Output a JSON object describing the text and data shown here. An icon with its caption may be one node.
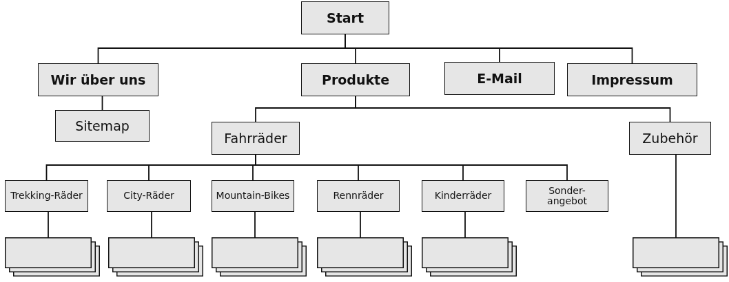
{
  "diagram": {
    "nodes": [
      {
        "text": [
          "Start"
        ]
      },
      {
        "text": [
          "Wir über uns"
        ]
      },
      {
        "text": [
          "Produkte"
        ]
      },
      {
        "text": [
          "E-Mail"
        ]
      },
      {
        "text": [
          "Impressum"
        ]
      },
      {
        "text": [
          "Sitemap"
        ]
      },
      {
        "text": [
          "Fahrräder"
        ]
      },
      {
        "text": [
          "Zubehör"
        ]
      },
      {
        "text": [
          "Trekking-Räder"
        ]
      },
      {
        "text": [
          "City-Räder"
        ]
      },
      {
        "text": [
          "Mountain-Bikes"
        ]
      },
      {
        "text": [
          "Rennräder"
        ]
      },
      {
        "text": [
          "Kinderräder"
        ]
      },
      {
        "text": [
          "Sonder-angebot"
        ]
      },
      {
        "text": [],
        "shape": "box"
      },
      {
        "text": [],
        "shape": "box"
      },
      {
        "text": [],
        "shape": "box"
      },
      {
        "text": [],
        "shape": "box"
      },
      {
        "text": [],
        "shape": "box"
      },
      {
        "text": [],
        "shape": "box"
      }
    ],
    "edges": [
      {
        "from": 0,
        "to": 1,
        "arrow": "none"
      },
      {
        "from": 0,
        "to": 2,
        "arrow": "none"
      },
      {
        "from": 0,
        "to": 3,
        "arrow": "none"
      },
      {
        "from": 0,
        "to": 4,
        "arrow": "none"
      },
      {
        "from": 1,
        "to": 5,
        "arrow": "none"
      },
      {
        "from": 2,
        "to": 6,
        "arrow": "none"
      },
      {
        "from": 2,
        "to": 7,
        "arrow": "none"
      },
      {
        "from": 6,
        "to": 8,
        "arrow": "none"
      },
      {
        "from": 6,
        "to": 9,
        "arrow": "none"
      },
      {
        "from": 6,
        "to": 10,
        "arrow": "none"
      },
      {
        "from": 6,
        "to": 11,
        "arrow": "none"
      },
      {
        "from": 6,
        "to": 12,
        "arrow": "none"
      },
      {
        "from": 6,
        "to": 13,
        "arrow": "none"
      },
      {
        "from": 8,
        "to": 14,
        "arrow": "none"
      },
      {
        "from": 9,
        "to": 15,
        "arrow": "none"
      },
      {
        "from": 10,
        "to": 16,
        "arrow": "none"
      },
      {
        "from": 11,
        "to": 17,
        "arrow": "none"
      },
      {
        "from": 12,
        "to": 18,
        "arrow": "none"
      },
      {
        "from": 7,
        "to": 19,
        "arrow": "none"
      }
    ]
  }
}
